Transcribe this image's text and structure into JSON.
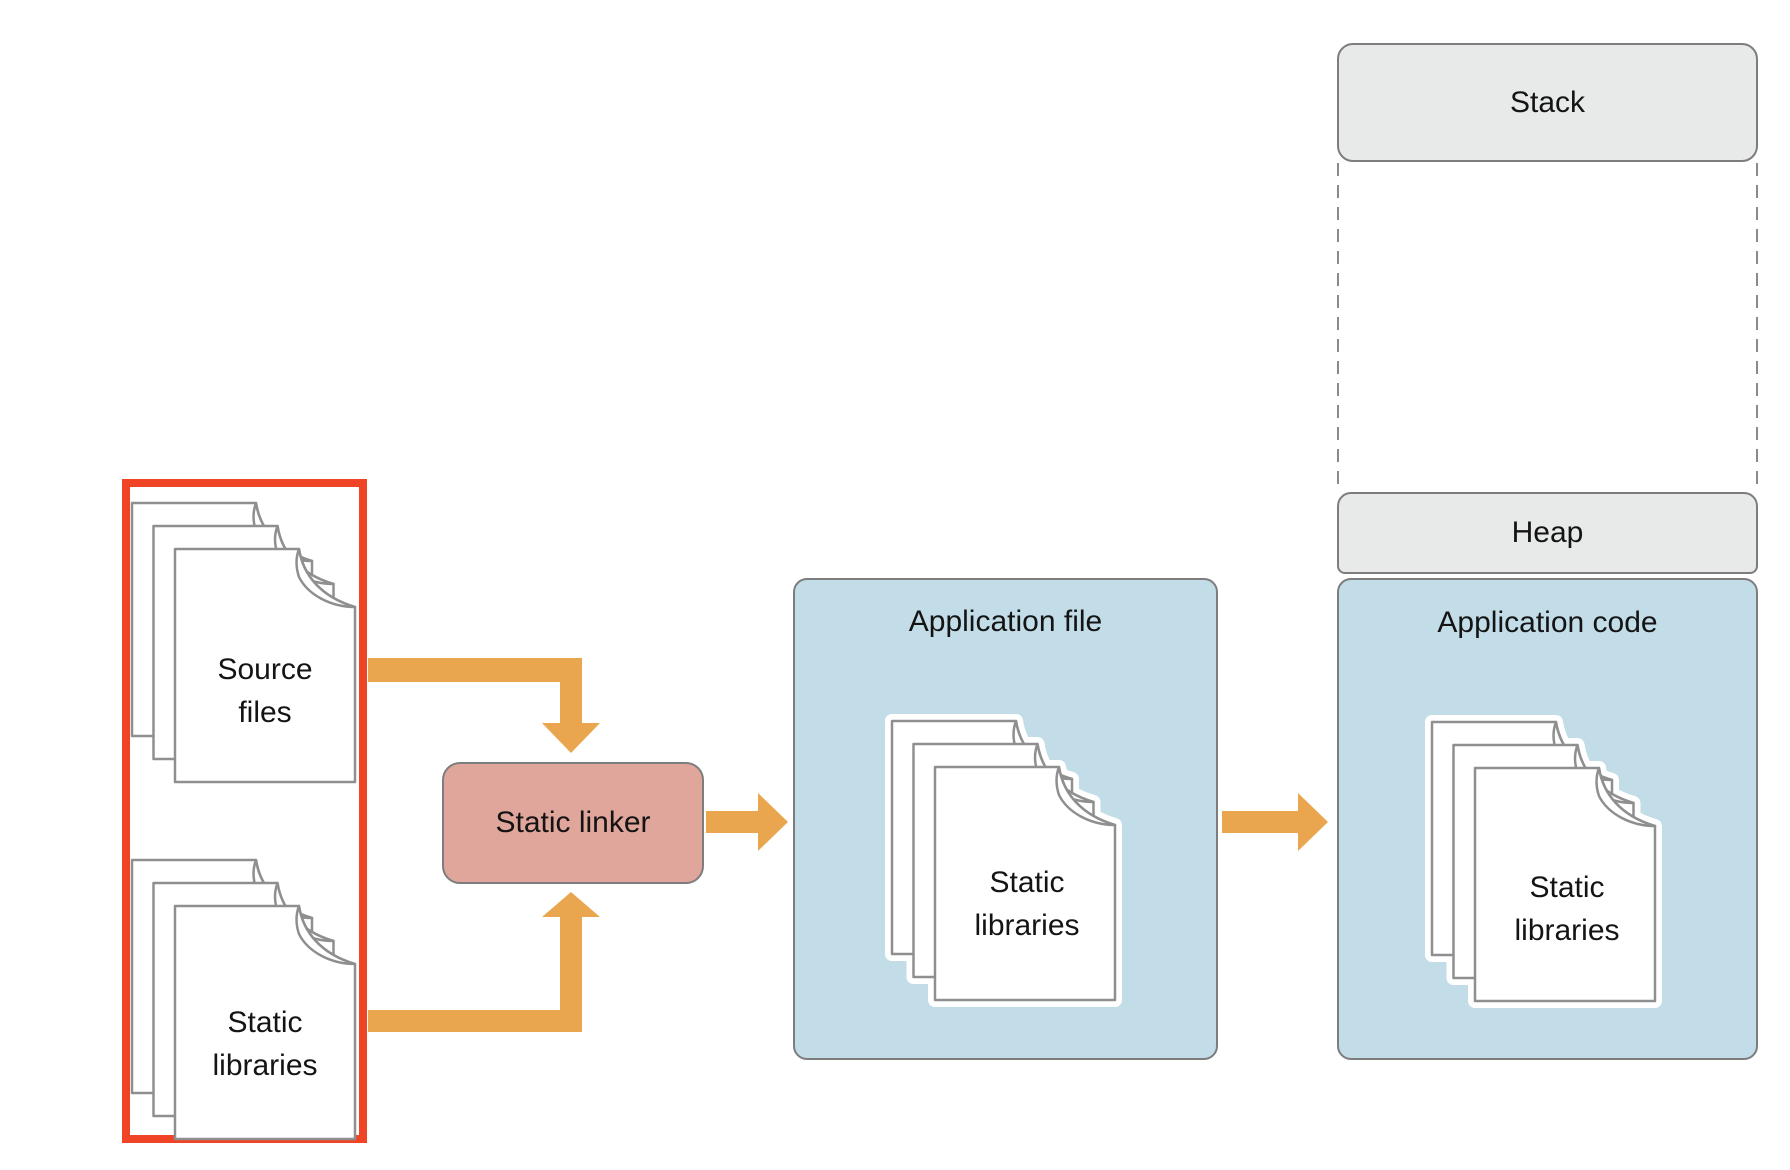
{
  "labels": {
    "stack": "Stack",
    "heap": "Heap",
    "application_code": "Application code",
    "application_file": "Application file",
    "static_linker": "Static linker",
    "source_files": "Source\nfiles",
    "static_libraries": "Static\nlibraries"
  },
  "colors": {
    "orange": "#EAA64F",
    "red": "#EF4426",
    "blue_fill": "#C2DDE8",
    "gray_fill": "#E8E9E9",
    "pink_fill": "#E1A69B",
    "box_border": "#7D7D7D",
    "page_stroke": "#8F8F8F",
    "page_fill": "#FFFFFF",
    "glow": "#FFFFFF",
    "dash_gray": "#8A8A8A",
    "text": "#141414",
    "background": "#FFFFFF"
  }
}
